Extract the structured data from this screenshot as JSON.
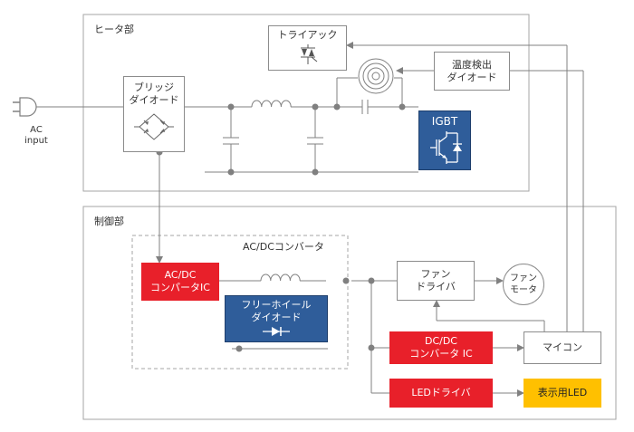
{
  "heater_section": {
    "title": "ヒータ部"
  },
  "control_section": {
    "title": "制御部"
  },
  "acdc_group": {
    "title": "AC/DCコンバータ"
  },
  "ac_input": {
    "line1": "AC",
    "line2": "input"
  },
  "bridge_diode": {
    "line1": "ブリッジ",
    "line2": "ダイオード"
  },
  "triac": {
    "label": "トライアック"
  },
  "temp_diode": {
    "line1": "温度検出",
    "line2": "ダイオード"
  },
  "igbt": {
    "label": "IGBT"
  },
  "acdc_ic": {
    "line1": "AC/DC",
    "line2": "コンパータIC"
  },
  "freewheel_diode": {
    "line1": "フリーホイール",
    "line2": "ダイオード"
  },
  "fan_driver": {
    "line1": "ファン",
    "line2": "ドライバ"
  },
  "fan_motor": {
    "line1": "ファン",
    "line2": "モータ"
  },
  "dcdc_ic": {
    "line1": "DC/DC",
    "line2": "コンバータ IC"
  },
  "microcontroller": {
    "label": "マイコン"
  },
  "led_driver": {
    "label": "LEDドライバ"
  },
  "display_led": {
    "label": "表示用LED"
  },
  "colors": {
    "red": "#e8202a",
    "blue": "#2f5d9a",
    "yellow": "#ffc000",
    "line": "#8c8c8c"
  }
}
